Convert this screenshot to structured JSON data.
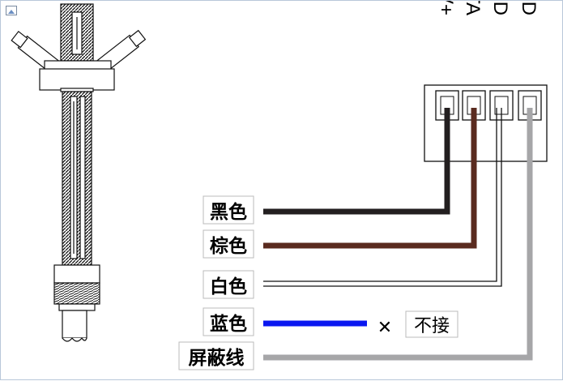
{
  "terminals": [
    {
      "id": "vplus",
      "label": "V+"
    },
    {
      "id": "data",
      "label": "DATA"
    },
    {
      "id": "gnd",
      "label": "GND"
    },
    {
      "id": "shld",
      "label": "SHLD"
    }
  ],
  "wires": [
    {
      "id": "black",
      "label": "黑色",
      "color": "#231f20",
      "terminal": "V+"
    },
    {
      "id": "brown",
      "label": "棕色",
      "color": "#5a2b1f",
      "terminal": "DATA"
    },
    {
      "id": "white",
      "label": "白色",
      "color": "#ffffff",
      "terminal": "GND"
    },
    {
      "id": "blue",
      "label": "蓝色",
      "color": "#0a17f0",
      "terminal": ""
    },
    {
      "id": "shield",
      "label": "屏蔽线",
      "color": "#a6a6a8",
      "terminal": "SHLD"
    }
  ],
  "not_connected": {
    "mark": "✕",
    "text": "不接"
  },
  "icons": {
    "corner": "image-placeholder-icon",
    "sensor": "sensor-probe-drawing",
    "connector": "terminal-block-icon"
  }
}
